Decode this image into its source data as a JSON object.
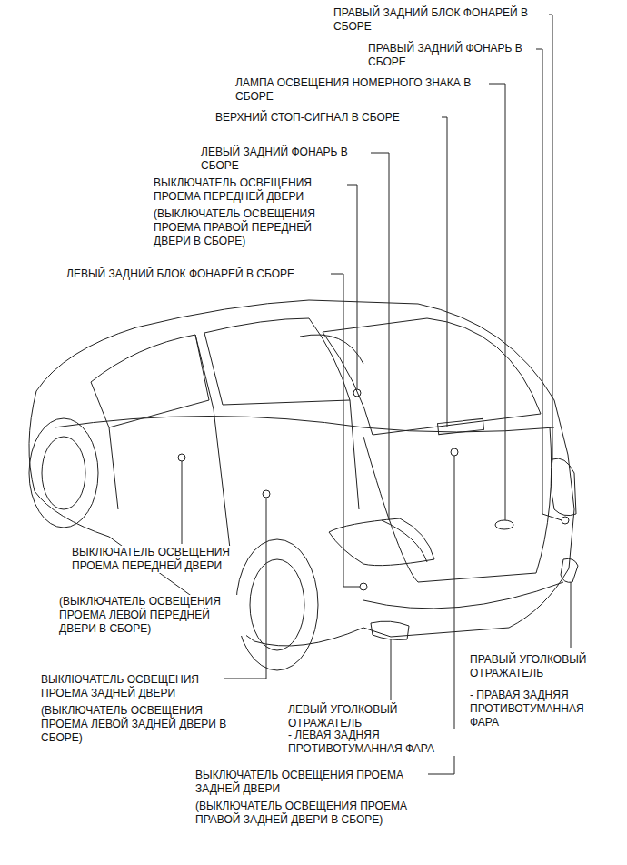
{
  "diagram": {
    "labels": [
      "ПРАВЫЙ ЗАДНИЙ БЛОК ФОНАРЕЙ В СБОРЕ",
      "ПРАВЫЙ ЗАДНИЙ ФОНАРЬ В СБОРЕ",
      "ЛАМПА ОСВЕЩЕНИЯ НОМЕРНОГО ЗНАКА В СБОРЕ",
      "ВЕРХНИЙ СТОП-СИГНАЛ В СБОРЕ",
      "ЛЕВЫЙ ЗАДНИЙ ФОНАРЬ В СБОРЕ",
      "ВЫКЛЮЧАТЕЛЬ ОСВЕЩЕНИЯ ПРОЕМА ПЕРЕДНЕЙ ДВЕРИ",
      "(ВЫКЛЮЧАТЕЛЬ ОСВЕЩЕНИЯ ПРОЕМА ПРАВОЙ ПЕРЕДНЕЙ ДВЕРИ В СБОРЕ)",
      "ЛЕВЫЙ ЗАДНИЙ БЛОК ФОНАРЕЙ В СБОРЕ",
      "ВЫКЛЮЧАТЕЛЬ ОСВЕЩЕНИЯ ПРОЕМА ПЕРЕДНЕЙ ДВЕРИ",
      "(ВЫКЛЮЧАТЕЛЬ ОСВЕЩЕНИЯ ПРОЕМА ЛЕВОЙ ПЕРЕДНЕЙ ДВЕРИ В СБОРЕ)",
      "ПРАВЫЙ УГОЛКОВЫЙ ОТРАЖАТЕЛЬ",
      "- ПРАВАЯ ЗАДНЯЯ ПРОТИВОТУМАННАЯ ФАРА",
      "ВЫКЛЮЧАТЕЛЬ ОСВЕЩЕНИЯ ПРОЕМА ЗАДНЕЙ ДВЕРИ",
      "(ВЫКЛЮЧАТЕЛЬ ОСВЕЩЕНИЯ ПРОЕМА ЛЕВОЙ ЗАДНЕЙ ДВЕРИ В СБОРЕ)",
      "ЛЕВЫЙ УГОЛКОВЫЙ ОТРАЖАТЕЛЬ",
      "- ЛЕВАЯ ЗАДНЯЯ ПРОТИВОТУМАННАЯ ФАРА",
      "ВЫКЛЮЧАТЕЛЬ ОСВЕЩЕНИЯ ПРОЕМА ЗАДНЕЙ ДВЕРИ",
      "(ВЫКЛЮЧАТЕЛЬ ОСВЕЩЕНИЯ ПРОЕМА ПРАВОЙ ЗАДНЕЙ ДВЕРИ В СБОРЕ)"
    ]
  }
}
